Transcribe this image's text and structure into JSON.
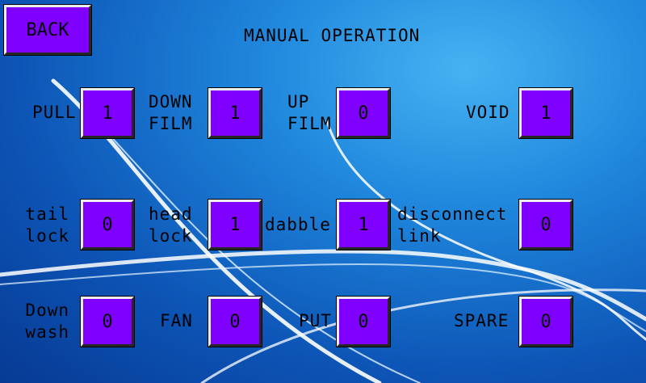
{
  "header": {
    "back_label": "BACK",
    "title": "MANUAL OPERATION"
  },
  "controls": [
    {
      "label": "PULL",
      "value": "1"
    },
    {
      "label": "DOWN\nFILM",
      "value": "1"
    },
    {
      "label": "UP\nFILM",
      "value": "0"
    },
    {
      "label": "VOID",
      "value": "1"
    },
    {
      "label": "tail\nlock",
      "value": "0"
    },
    {
      "label": "head\nlock",
      "value": "1"
    },
    {
      "label": "dabble",
      "value": "1"
    },
    {
      "label": "disconnect\nlink",
      "value": "0"
    },
    {
      "label": "Down\nwash",
      "value": "0"
    },
    {
      "label": "FAN",
      "value": "0"
    },
    {
      "label": "PUT",
      "value": "0"
    },
    {
      "label": "SPARE",
      "value": "0"
    }
  ],
  "colors": {
    "button_fill": "#8000ff",
    "background_light": "#46b2f2",
    "background_dark": "#073a94"
  }
}
